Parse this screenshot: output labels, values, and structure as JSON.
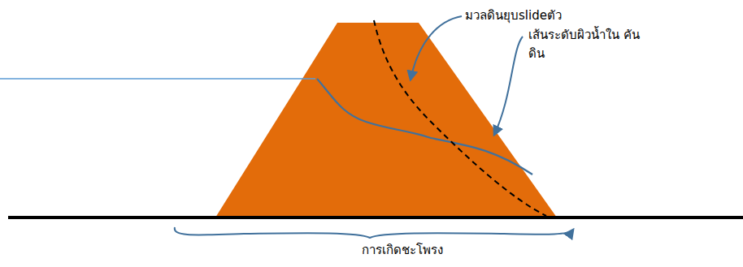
{
  "diagram": {
    "labels": [
      "มวลดินยุบslideตัว",
      "เส้นระดับผิวน้ำใน คันดิน",
      "การเกิดชะโพรง"
    ]
  }
}
